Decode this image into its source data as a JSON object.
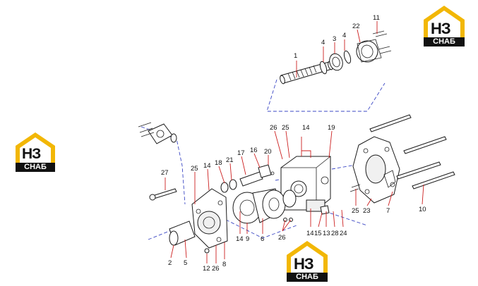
{
  "brand": {
    "mark": "НЗ",
    "name": "СНАБ",
    "colors": {
      "yellow": "#f2b705",
      "black": "#111111",
      "white": "#ffffff"
    }
  },
  "colors": {
    "lines": "#1a1a1a",
    "leaders": "#cc1f1f",
    "axes": "#3b47c4"
  },
  "callouts": [
    {
      "id": "c1",
      "text": "1"
    },
    {
      "id": "c4a",
      "text": "4"
    },
    {
      "id": "c3",
      "text": "3"
    },
    {
      "id": "c4b",
      "text": "4"
    },
    {
      "id": "c22",
      "text": "22"
    },
    {
      "id": "c11",
      "text": "11"
    },
    {
      "id": "c26a",
      "text": "26"
    },
    {
      "id": "c25a",
      "text": "25"
    },
    {
      "id": "c14a",
      "text": "14"
    },
    {
      "id": "c19",
      "text": "19"
    },
    {
      "id": "c16",
      "text": "16"
    },
    {
      "id": "c20",
      "text": "20"
    },
    {
      "id": "c17",
      "text": "17"
    },
    {
      "id": "c21",
      "text": "21"
    },
    {
      "id": "c18",
      "text": "18"
    },
    {
      "id": "c14b",
      "text": "14"
    },
    {
      "id": "c25b",
      "text": "25"
    },
    {
      "id": "c27",
      "text": "27"
    },
    {
      "id": "c14c",
      "text": "14"
    },
    {
      "id": "c9",
      "text": "9"
    },
    {
      "id": "c6",
      "text": "6"
    },
    {
      "id": "c26b",
      "text": "26"
    },
    {
      "id": "c14d",
      "text": "14"
    },
    {
      "id": "c15",
      "text": "15"
    },
    {
      "id": "c13",
      "text": "13"
    },
    {
      "id": "c28",
      "text": "28"
    },
    {
      "id": "c24",
      "text": "24"
    },
    {
      "id": "c25c",
      "text": "25"
    },
    {
      "id": "c23",
      "text": "23"
    },
    {
      "id": "c7",
      "text": "7"
    },
    {
      "id": "c10",
      "text": "10"
    },
    {
      "id": "c2",
      "text": "2"
    },
    {
      "id": "c5",
      "text": "5"
    },
    {
      "id": "c12",
      "text": "12"
    },
    {
      "id": "c26c",
      "text": "26"
    },
    {
      "id": "c8",
      "text": "8"
    }
  ]
}
